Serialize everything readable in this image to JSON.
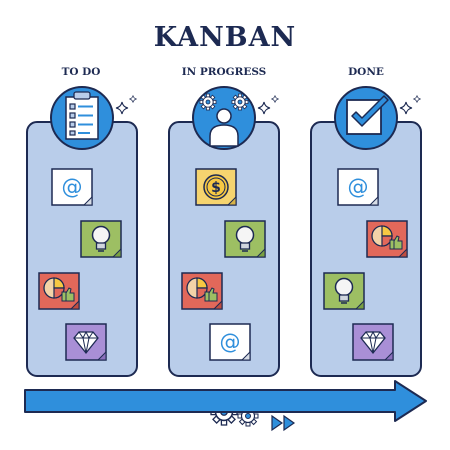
{
  "title": "KANBAN",
  "columns": [
    {
      "label": "TO DO"
    },
    {
      "label": "IN PROGRESS"
    },
    {
      "label": "DONE"
    }
  ],
  "icons": {
    "todo_header": "checklist-clipboard-icon",
    "progress_header": "person-with-gears-icon",
    "done_header": "checkbox-check-icon",
    "email_note": "at-sign-icon",
    "idea_note": "lightbulb-icon",
    "chart_note": "pie-chart-thumbs-up-icon",
    "diamond_note": "diamond-icon",
    "money_note": "dollar-coin-icon",
    "sparkle": "sparkle-icon",
    "flow_arrow": "progress-arrow-icon",
    "fast_forward": "fast-forward-icon"
  },
  "colors": {
    "ink": "#1d2a52",
    "column_fill": "#b9cdea",
    "accent_blue": "#2f8fdc",
    "note_white": "#ffffff",
    "note_green": "#9dbf63",
    "note_red": "#e2685a",
    "note_purple": "#a98fd6",
    "note_yellow": "#f6d46f",
    "coin_yellow": "#f7c843",
    "bulb_fill": "#f5f5f5"
  },
  "at_symbol": "@",
  "dollar_symbol": "$"
}
